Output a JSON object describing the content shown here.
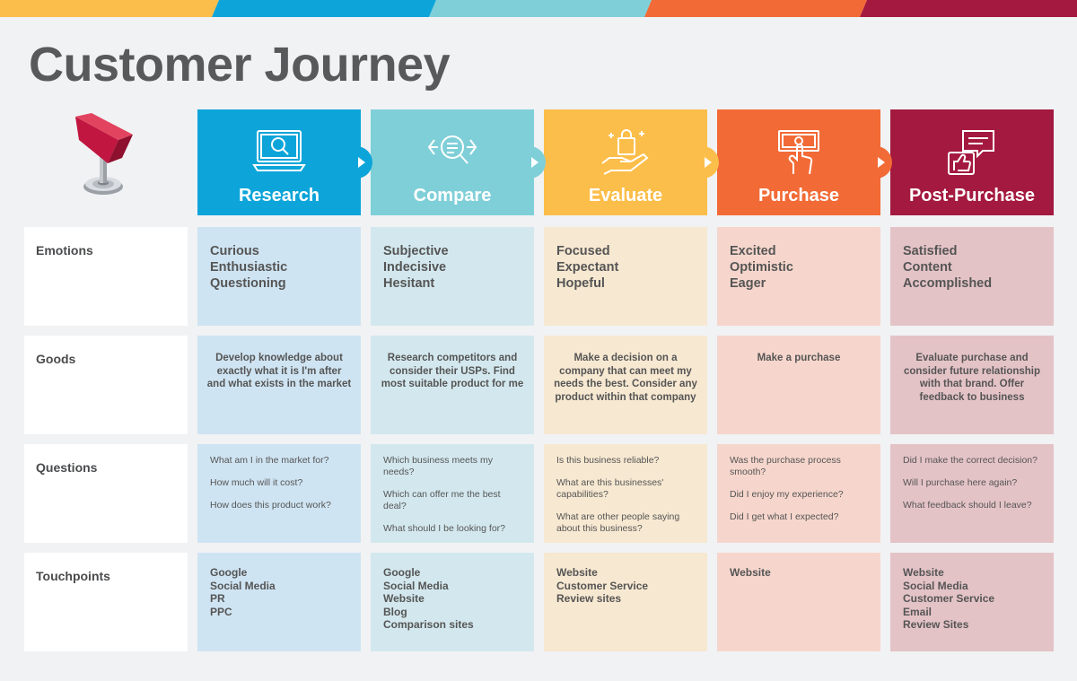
{
  "title": "Customer Journey",
  "colors": {
    "research": "#0da5d9",
    "compare": "#7fcfd8",
    "evaluate": "#fcbe4a",
    "purchase": "#f26a36",
    "post_purchase": "#a4193f"
  },
  "stages": [
    {
      "label": "Research",
      "icon": "laptop-search-icon"
    },
    {
      "label": "Compare",
      "icon": "compare-magnifier-icon"
    },
    {
      "label": "Evaluate",
      "icon": "hand-shopping-bag-icon"
    },
    {
      "label": "Purchase",
      "icon": "hand-banknote-icon"
    },
    {
      "label": "Post-Purchase",
      "icon": "like-feedback-icon"
    }
  ],
  "row_labels": {
    "emotions": "Emotions",
    "goods": "Goods",
    "questions": "Questions",
    "touchpoints": "Touchpoints"
  },
  "emotions": [
    [
      "Curious",
      "Enthusiastic",
      "Questioning"
    ],
    [
      "Subjective",
      "Indecisive",
      "Hesitant"
    ],
    [
      "Focused",
      "Expectant",
      "Hopeful"
    ],
    [
      "Excited",
      "Optimistic",
      "Eager"
    ],
    [
      "Satisfied",
      "Content",
      "Accomplished"
    ]
  ],
  "goods": [
    "Develop knowledge about exactly what it is I'm after and what exists in the market",
    "Research competitors and consider their USPs. Find most suitable product for me",
    "Make a decision on a company that can meet my needs the best. Consider any product within that company",
    "Make a purchase",
    "Evaluate purchase and consider future relationship with that brand. Offer feedback to business"
  ],
  "questions": [
    [
      "What am I in the market for?",
      "How much will it cost?",
      "How does this product work?"
    ],
    [
      "Which business meets my needs?",
      "Which can offer me the best deal?",
      "What should I be looking for?"
    ],
    [
      "Is this business reliable?",
      "What are this businesses' capabilities?",
      "What are other people saying about this business?"
    ],
    [
      "Was the purchase process smooth?",
      "Did I enjoy my experience?",
      "Did I get what I expected?"
    ],
    [
      "Did I make the correct decision?",
      "Will I purchase here again?",
      "What feedback should I leave?"
    ]
  ],
  "touchpoints": [
    [
      "Google",
      "Social Media",
      "PR",
      "PPC"
    ],
    [
      "Google",
      "Social Media",
      "Website",
      "Blog",
      "Comparison sites"
    ],
    [
      "Website",
      "Customer Service",
      "Review sites"
    ],
    [
      "Website"
    ],
    [
      "Website",
      "Social Media",
      "Customer Service",
      "Email",
      "Review Sites"
    ]
  ]
}
